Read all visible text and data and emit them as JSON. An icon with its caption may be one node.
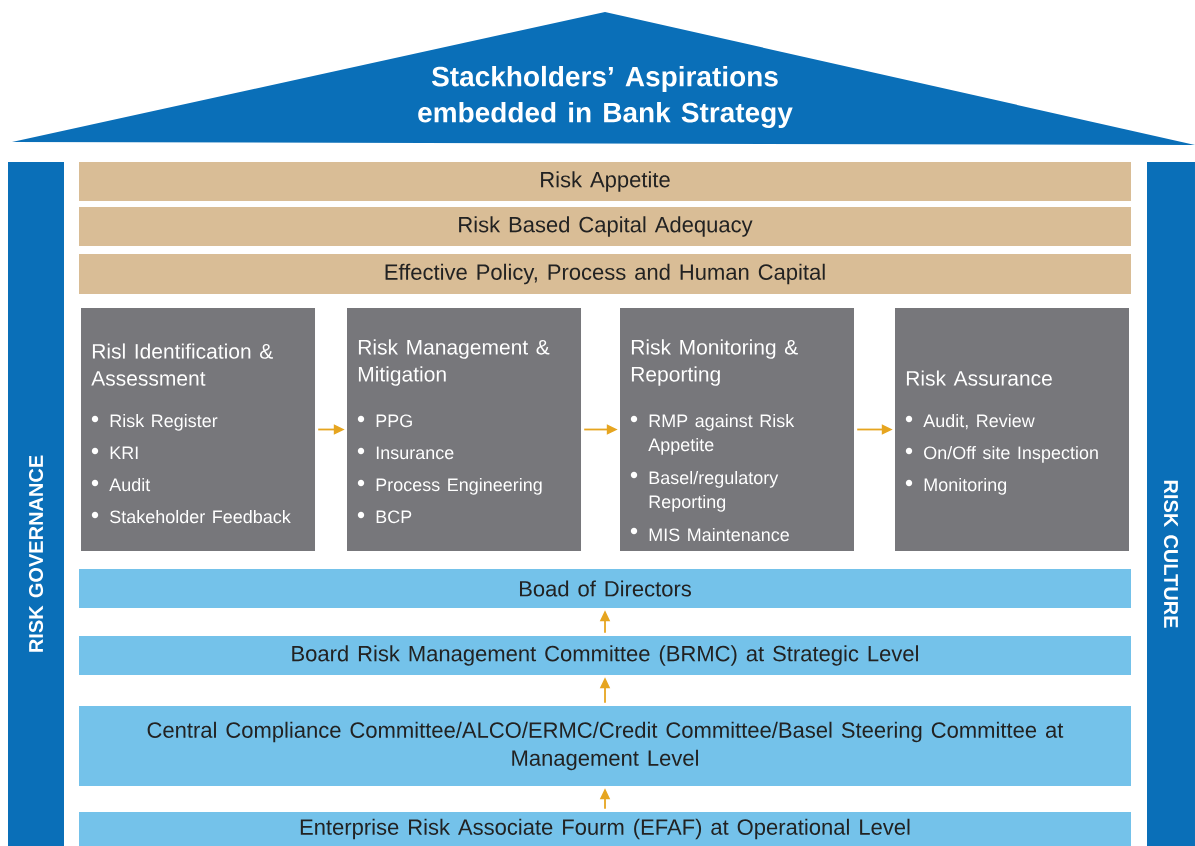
{
  "diagram": {
    "nodes": [
      {
        "text": [
          "Stackholders’ Aspirations embedded in Bank Strategy"
        ]
      },
      {
        "text": [
          "RISK GOVERNANCE"
        ]
      },
      {
        "text": [
          "RISK CULTURE"
        ]
      },
      {
        "text": [
          "Risk Appetite"
        ]
      },
      {
        "text": [
          "Risk Based Capital Adequacy"
        ]
      },
      {
        "text": [
          "Effective Policy, Process and Human Capital"
        ]
      },
      {
        "text": [
          "Risl Identification & Assessment",
          "Risk Register",
          "KRI",
          "Audit",
          "Stakeholder Feedback"
        ]
      },
      {
        "text": [
          "Risk Management & Mitigation",
          "PPG",
          "Insurance",
          "Process Engineering",
          "BCP"
        ]
      },
      {
        "text": [
          "Risk Monitoring & Reporting",
          "RMP against Risk Appetite",
          "Basel/regulatory Reporting",
          "MIS Maintenance"
        ]
      },
      {
        "text": [
          "Risk Assurance",
          "Audit, Review",
          "On/Off site Inspection",
          "Monitoring"
        ]
      },
      {
        "text": [
          "Boad of Directors"
        ]
      },
      {
        "text": [
          "Board Risk Management Committee (BRMC) at Strategic Level"
        ]
      },
      {
        "text": [
          "Central Compliance Committee/ALCO/ERMC/Credit Committee/Basel Steering Committee at Management Level"
        ]
      },
      {
        "text": [
          "Enterprise Risk Associate Fourm (EFAF) at Operational Level"
        ]
      }
    ],
    "edges": [
      {
        "from": 6,
        "to": 7,
        "arrow": "to"
      },
      {
        "from": 7,
        "to": 8,
        "arrow": "to"
      },
      {
        "from": 8,
        "to": 9,
        "arrow": "to"
      },
      {
        "from": 13,
        "to": 12,
        "arrow": "to"
      },
      {
        "from": 12,
        "to": 11,
        "arrow": "to"
      },
      {
        "from": 11,
        "to": 10,
        "arrow": "to"
      }
    ]
  }
}
